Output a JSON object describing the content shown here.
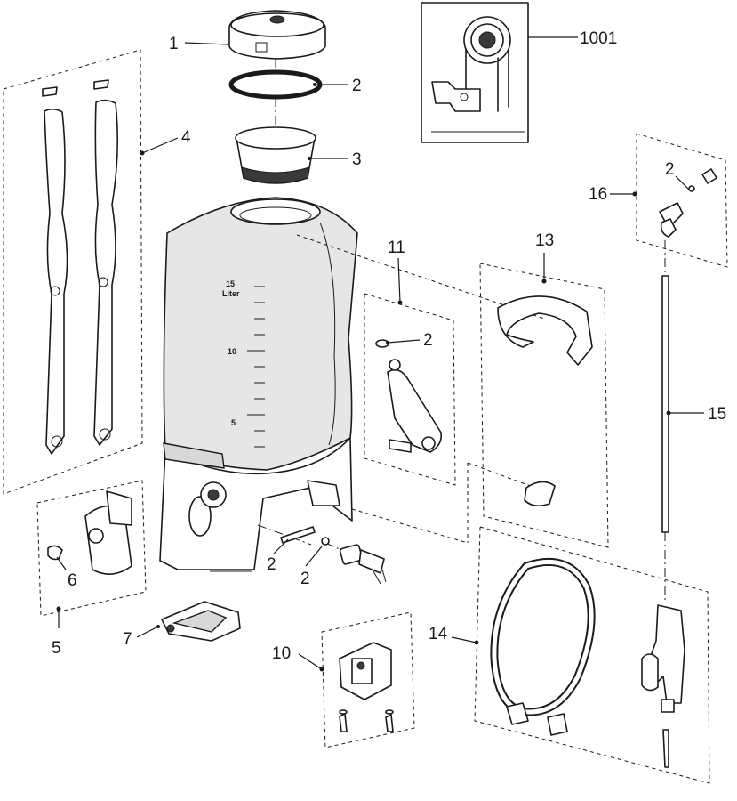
{
  "labels": {
    "l1001": "1001",
    "l1": "1",
    "l2a": "2",
    "l3": "3",
    "l4": "4",
    "l5": "5",
    "l6": "6",
    "l7": "7",
    "l10": "10",
    "l11": "11",
    "l2b": "2",
    "l13": "13",
    "l14": "14",
    "l15": "15",
    "l16": "16",
    "l2c": "2",
    "l2d": "2",
    "l2e": "2"
  },
  "tank_scale": {
    "mark15": "15",
    "unit": "Liter",
    "mark10": "10",
    "mark5": "5"
  }
}
